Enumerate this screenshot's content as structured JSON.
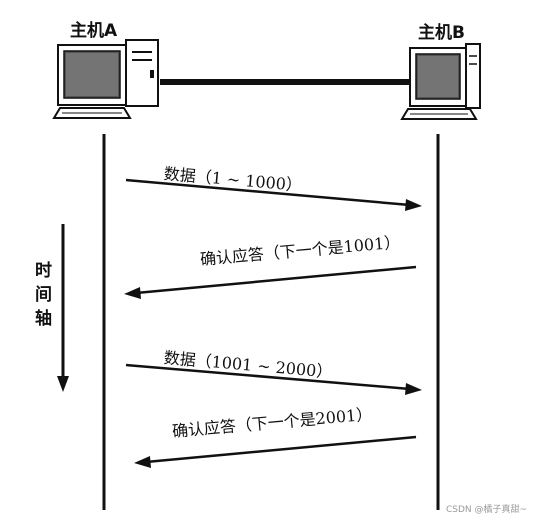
{
  "hosts": {
    "a": {
      "label": "主机A"
    },
    "b": {
      "label": "主机B"
    }
  },
  "time_axis": {
    "label": [
      "时",
      "间",
      "轴"
    ]
  },
  "messages": [
    {
      "label": "数据（1 ~ 1000）",
      "direction": "a-to-b"
    },
    {
      "label": "确认应答（下一个是1001）",
      "direction": "b-to-a"
    },
    {
      "label": "数据（1001 ~ 2000）",
      "direction": "a-to-b"
    },
    {
      "label": "确认应答（下一个是2001）",
      "direction": "b-to-a"
    }
  ],
  "watermark": "CSDN @橘子真甜~"
}
